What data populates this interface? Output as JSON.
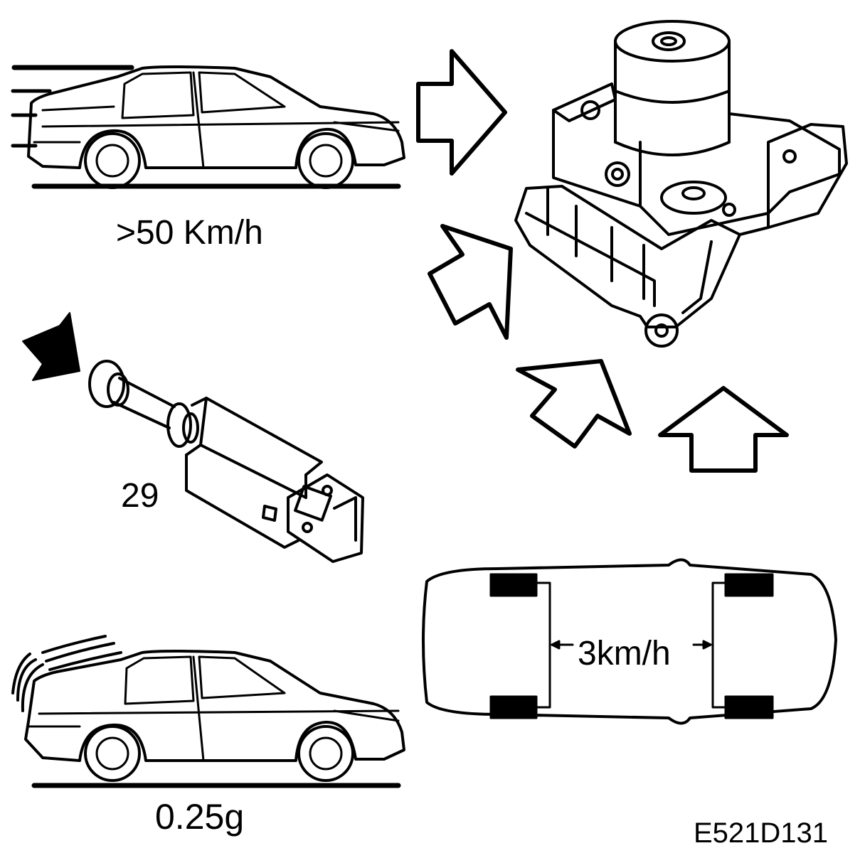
{
  "labels": {
    "speed": ">50 Km/h",
    "part_number": "29",
    "deceleration": "0.25g",
    "wheel_speed_difference": "3km/h",
    "figure_reference": "E521D131"
  },
  "colors": {
    "ink": "#000000",
    "paper": "#ffffff"
  },
  "icons": {
    "arrows": "outline-arrow",
    "press": "solid-arrow"
  }
}
